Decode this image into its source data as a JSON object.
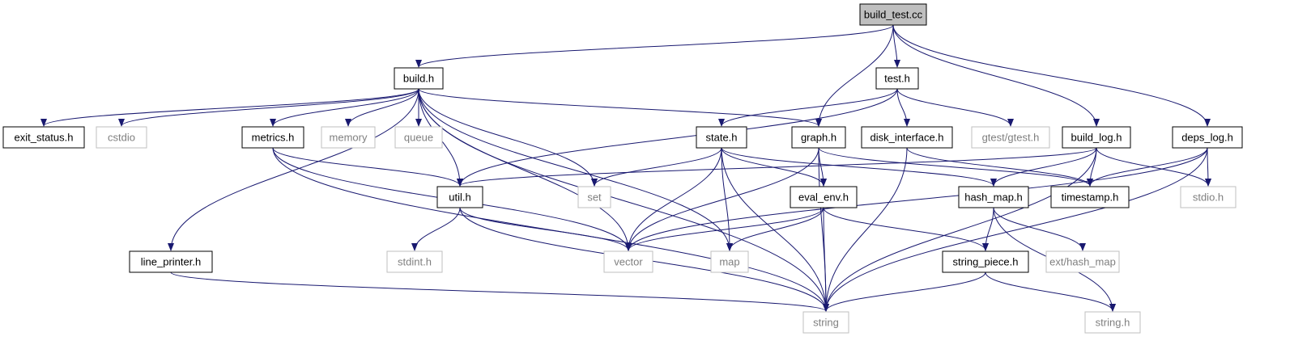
{
  "nodes": {
    "build_test_cc": "build_test.cc",
    "build_h": "build.h",
    "test_h": "test.h",
    "exit_status_h": "exit_status.h",
    "cstdio": "cstdio",
    "metrics_h": "metrics.h",
    "memory": "memory",
    "queue": "queue",
    "state_h": "state.h",
    "graph_h": "graph.h",
    "disk_interface_h": "disk_interface.h",
    "gtest_h": "gtest/gtest.h",
    "build_log_h": "build_log.h",
    "deps_log_h": "deps_log.h",
    "util_h": "util.h",
    "set": "set",
    "eval_env_h": "eval_env.h",
    "hash_map_h": "hash_map.h",
    "timestamp_h": "timestamp.h",
    "stdio_h": "stdio.h",
    "line_printer_h": "line_printer.h",
    "stdint_h": "stdint.h",
    "vector": "vector",
    "map": "map",
    "string_piece_h": "string_piece.h",
    "ext_hash_map": "ext/hash_map",
    "string": "string",
    "string_h": "string.h"
  },
  "colors": {
    "edge": "#191970",
    "root_fill": "#bfbfbf",
    "internal_border": "#000000",
    "system_border": "#bfbfbf",
    "internal_text": "#000000",
    "system_text": "#7f7f7f"
  }
}
